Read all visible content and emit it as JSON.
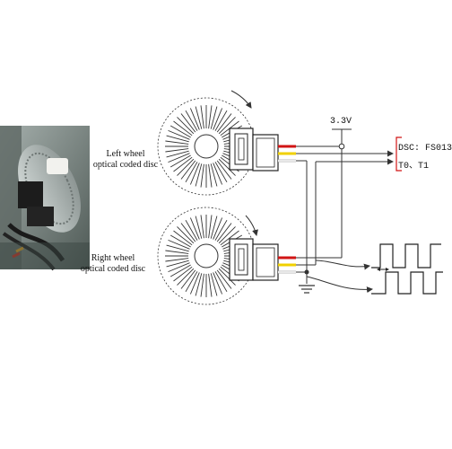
{
  "labels": {
    "left_wheel_line1": "Left wheel",
    "left_wheel_line2": "optical coded disc",
    "right_wheel_line1": "Right wheel",
    "right_wheel_line2": "optical coded disc",
    "voltage": "3.3V",
    "dsc_line1": "DSC: FS013",
    "dsc_line2": "T0、T1"
  },
  "colors": {
    "wire_red": "#d11414",
    "wire_yellow": "#f0d000",
    "wire_white": "#f4f4f4",
    "line": "#333333"
  },
  "icons": {
    "rotation_arrow": "curved-arrow-icon",
    "ground": "ground-icon",
    "photo": "encoder-photo"
  }
}
